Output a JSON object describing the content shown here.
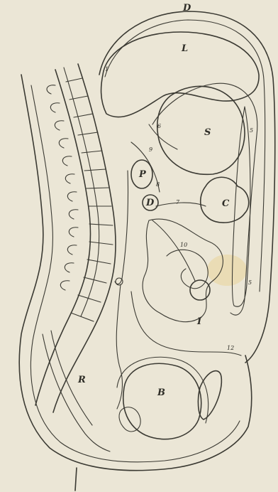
{
  "figure": {
    "background": "#ebe6d6",
    "ink": "#3b3a33",
    "stain": "#e8c878"
  },
  "labels": {
    "top": "D",
    "liver": "L",
    "stomach": "S",
    "pancreas": "P",
    "duodenum": "D",
    "colon": "C",
    "intestine": "I",
    "rectum": "R",
    "bladder": "B",
    "n1": "1",
    "n5a": "5",
    "n5b": "5",
    "n6": "6",
    "n7": "7",
    "n8": "8",
    "n9": "9",
    "n10": "10",
    "n12": "12"
  }
}
